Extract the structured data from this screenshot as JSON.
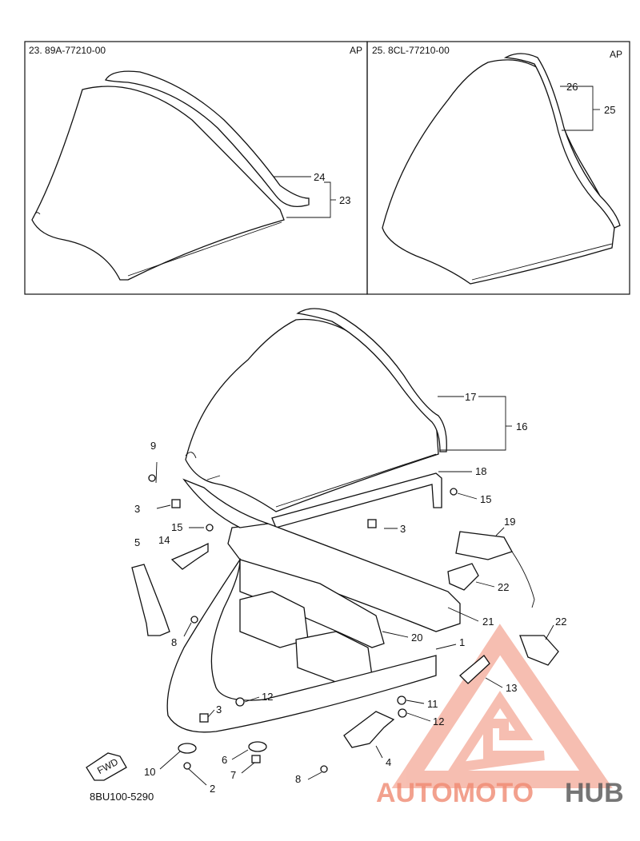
{
  "inset_left": {
    "part_label": "23. 89A-77210-00",
    "tag": "AP",
    "callouts": [
      "24",
      "23"
    ]
  },
  "inset_right": {
    "part_label": "25. 8CL-77210-00",
    "tag": "AP",
    "callouts": [
      "26",
      "25"
    ]
  },
  "callouts": [
    "17",
    "16",
    "18",
    "15",
    "9",
    "3",
    "15",
    "3",
    "19",
    "14",
    "5",
    "22",
    "21",
    "8",
    "20",
    "1",
    "22",
    "13",
    "3",
    "12",
    "11",
    "12",
    "4",
    "10",
    "6",
    "7",
    "2",
    "8"
  ],
  "fwd_label": "FWD",
  "drawing_number": "8BU100-5290",
  "watermark": {
    "part1": "AUTOMOTO",
    "part2": "HUB",
    "color_main": "#f08a72",
    "color_dark": "#555555"
  }
}
